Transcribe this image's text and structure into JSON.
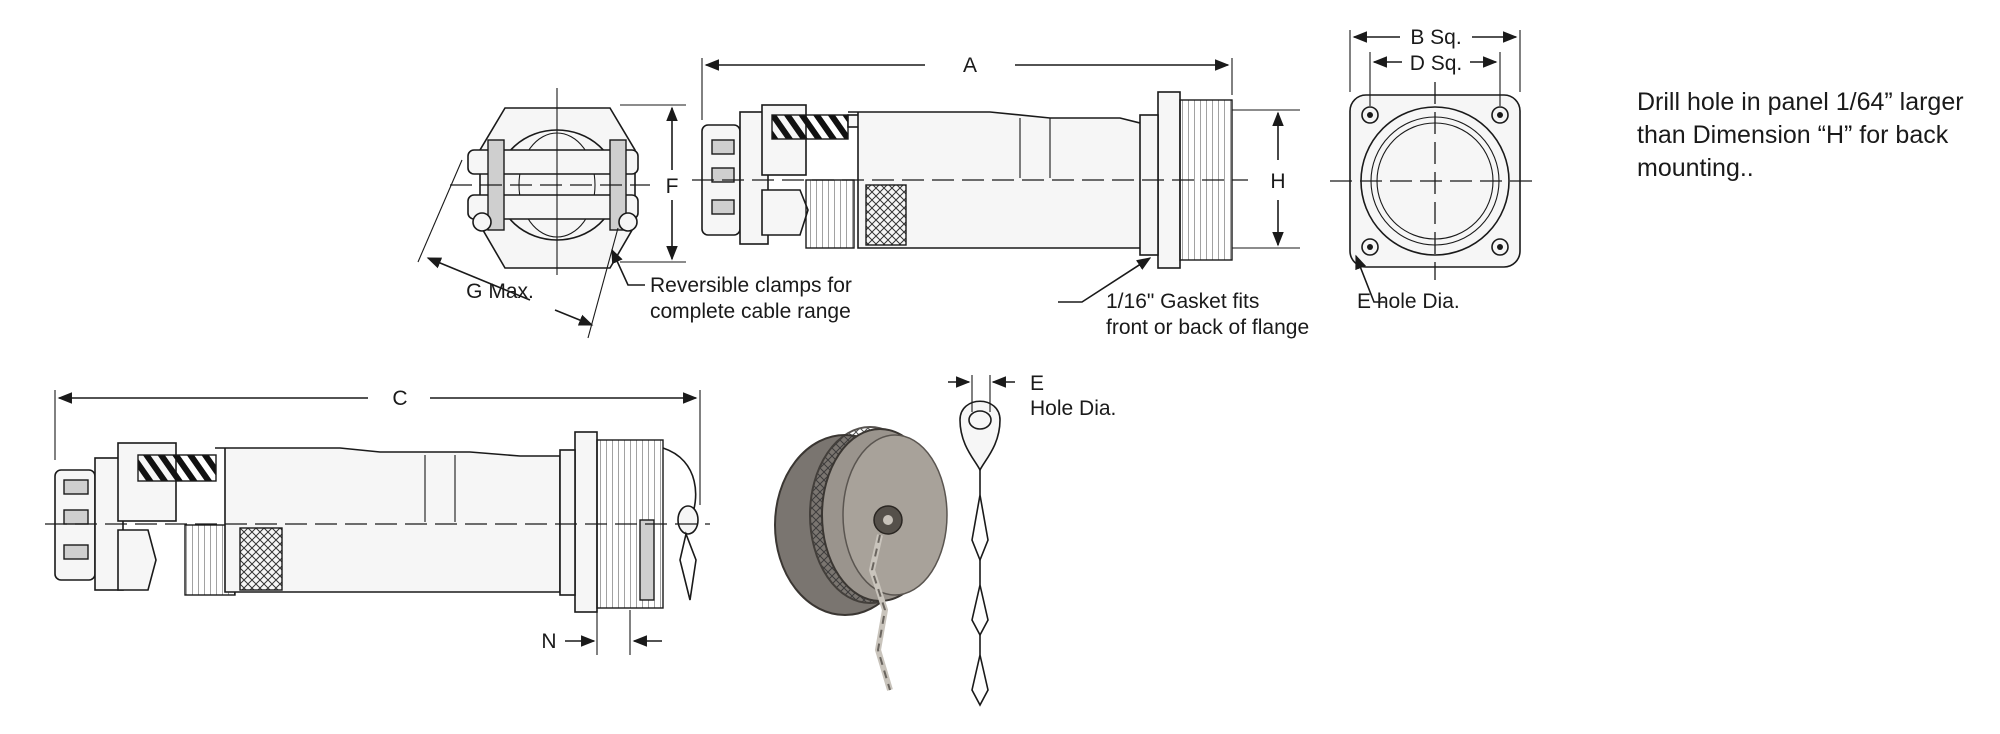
{
  "labels": {
    "dim_a": "A",
    "dim_b": "B Sq.",
    "dim_d": "D Sq.",
    "dim_f": "F",
    "dim_h": "H",
    "dim_c": "C",
    "dim_g": "G Max.",
    "dim_n": "N",
    "e_hole": "E hole Dia.",
    "e_top": "E",
    "e_bottom": "Hole Dia.",
    "clamps_line1": "Reversible clamps for",
    "clamps_line2": "complete cable range",
    "gasket_line1": "1/16\" Gasket fits",
    "gasket_line2": "front or back of flange"
  },
  "note": "Drill hole in panel 1/64” larger than Dimension “H” for back mounting.."
}
